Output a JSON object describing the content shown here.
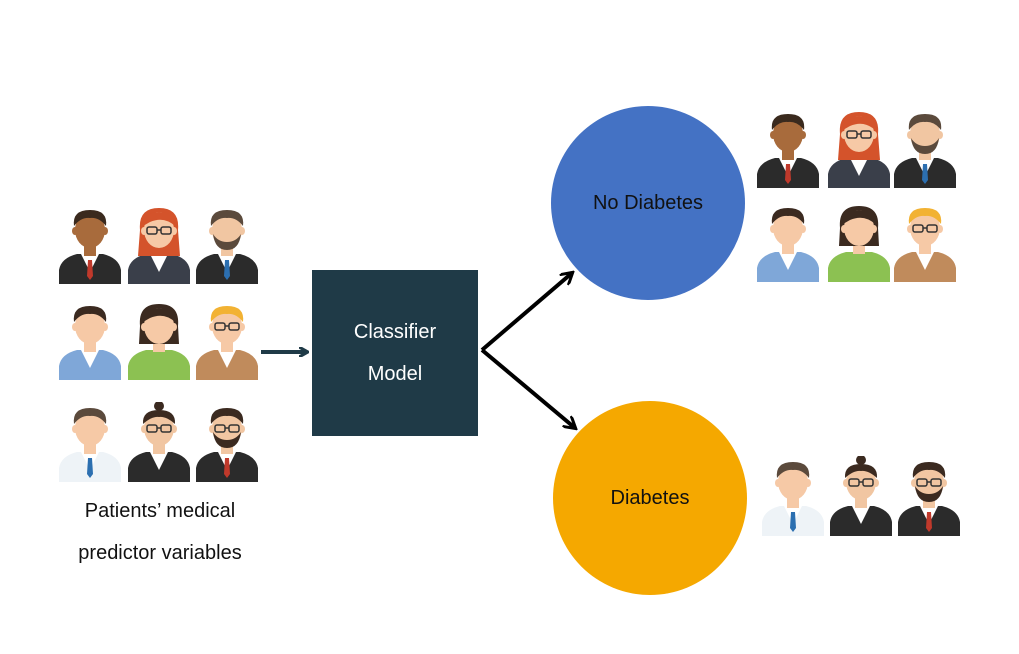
{
  "colors": {
    "model_box": "#1f3a47",
    "no_diabetes": "#4472c4",
    "diabetes": "#f5a800",
    "arrow_input": "#1f3a47",
    "arrow_output": "#000000"
  },
  "input": {
    "caption_line1": "Patients’ medical",
    "caption_line2": "predictor variables",
    "patients": [
      {
        "name": "man-dark-skin-suit-red-tie",
        "skin": "#a86b3c",
        "hair": "#3a2a1e",
        "hairStyle": "short",
        "shirt": "#2b2b2b",
        "collar": "#ffffff",
        "tie": "#c0392b",
        "glasses": false,
        "beard": false
      },
      {
        "name": "woman-red-hair-glasses",
        "skin": "#f6c9a6",
        "hair": "#d4532b",
        "hairStyle": "long",
        "shirt": "#3a3f4a",
        "collar": "#ffffff",
        "tie": "",
        "glasses": true,
        "beard": false
      },
      {
        "name": "man-beard-suit-blue-tie",
        "skin": "#f1c6a2",
        "hair": "#5b4a3c",
        "hairStyle": "short",
        "shirt": "#2b2b2b",
        "collar": "#ffffff",
        "tie": "#2c6fb0",
        "glasses": false,
        "beard": true
      },
      {
        "name": "man-blue-shirt",
        "skin": "#f6c9a6",
        "hair": "#3b2a20",
        "hairStyle": "short",
        "shirt": "#7fa7d8",
        "collar": "#ffffff",
        "tie": "",
        "glasses": false,
        "beard": false
      },
      {
        "name": "woman-green-top",
        "skin": "#f6c9a6",
        "hair": "#3b2a20",
        "hairStyle": "bob",
        "shirt": "#8cc152",
        "collar": "#8cc152",
        "tie": "",
        "glasses": false,
        "beard": false
      },
      {
        "name": "man-blonde-glasses",
        "skin": "#f6c9a6",
        "hair": "#f2b233",
        "hairStyle": "short",
        "shirt": "#c08b5c",
        "collar": "#ffffff",
        "tie": "",
        "glasses": true,
        "beard": false
      },
      {
        "name": "man-white-shirt-blue-tie",
        "skin": "#f6c9a6",
        "hair": "#5b4a3c",
        "hairStyle": "short",
        "shirt": "#eef3f7",
        "collar": "#ffffff",
        "tie": "#2c6fb0",
        "glasses": false,
        "beard": false
      },
      {
        "name": "woman-bun-glasses",
        "skin": "#f1c6a2",
        "hair": "#3b2a20",
        "hairStyle": "bun",
        "shirt": "#2b2b2b",
        "collar": "#ffffff",
        "tie": "",
        "glasses": true,
        "beard": false
      },
      {
        "name": "man-glasses-beard-suit",
        "skin": "#f1c6a2",
        "hair": "#3b2a20",
        "hairStyle": "short",
        "shirt": "#2b2b2b",
        "collar": "#ffffff",
        "tie": "#c0392b",
        "glasses": true,
        "beard": true
      }
    ]
  },
  "model": {
    "label_line1": "Classifier",
    "label_line2": "Model"
  },
  "outputs": {
    "no_diabetes": {
      "label": "No Diabetes",
      "patient_indices": [
        0,
        1,
        2,
        3,
        4,
        5
      ]
    },
    "diabetes": {
      "label": "Diabetes",
      "patient_indices": [
        6,
        7,
        8
      ]
    }
  }
}
